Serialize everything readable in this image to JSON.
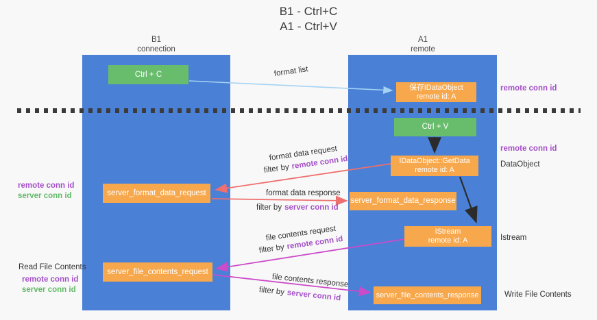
{
  "title": {
    "line1": "B1 - Ctrl+C",
    "line2": "A1 - Ctrl+V"
  },
  "lanes": {
    "left": {
      "name": "B1",
      "subtitle": "connection"
    },
    "right": {
      "name": "A1",
      "subtitle": "remote"
    }
  },
  "boxes": {
    "ctrl_c": {
      "label": "Ctrl + C"
    },
    "ctrl_v": {
      "label": "Ctrl + V"
    },
    "save_dataobject": {
      "line1": "保存IDataObject",
      "line2": "remote id: A"
    },
    "getdata": {
      "line1": "IDataObject::GetData",
      "line2": "remote id: A"
    },
    "istream": {
      "line1": "IStream",
      "line2": "remote id: A"
    },
    "server_format_data_request": {
      "label": "server_format_data_request"
    },
    "server_format_data_response": {
      "label": "server_format_data_response"
    },
    "server_file_contents_request": {
      "label": "server_file_contents_request"
    },
    "server_file_contents_response": {
      "label": "server_file_contents_response"
    }
  },
  "flow_labels": {
    "format_list": "format list",
    "format_data_request": "format data request",
    "format_data_response": "format data response",
    "file_contents_request": "file contents request",
    "file_contents_response": "file contents response",
    "filter_by": "filter by",
    "remote_conn_id": "remote conn id",
    "server_conn_id": "server conn id"
  },
  "side_labels": {
    "remote_conn_id_top_right": "remote conn id",
    "remote_conn_id_mid_right": "remote conn id",
    "dataobject": "DataObject",
    "istream": "Istream",
    "write_file_contents": "Write File Contents",
    "read_file_contents": "Read File Contents",
    "remote_conn_id_left_1": "remote conn id",
    "server_conn_id_left_1": "server conn id",
    "remote_conn_id_left_2": "remote conn id",
    "server_conn_id_left_2": "server conn id"
  },
  "colors": {
    "lane_blue": "#4a80d6",
    "box_green": "#68bd6c",
    "box_orange": "#f8a84c",
    "arrow_light_blue": "#a5d2f3",
    "arrow_red": "#ee6f6f",
    "arrow_magenta": "#cb4bc9",
    "arrow_black": "#2b2b2b",
    "text_purple": "#a450c8",
    "text_green": "#64b968",
    "text_dark": "#333333",
    "background": "#f8f8f8"
  }
}
